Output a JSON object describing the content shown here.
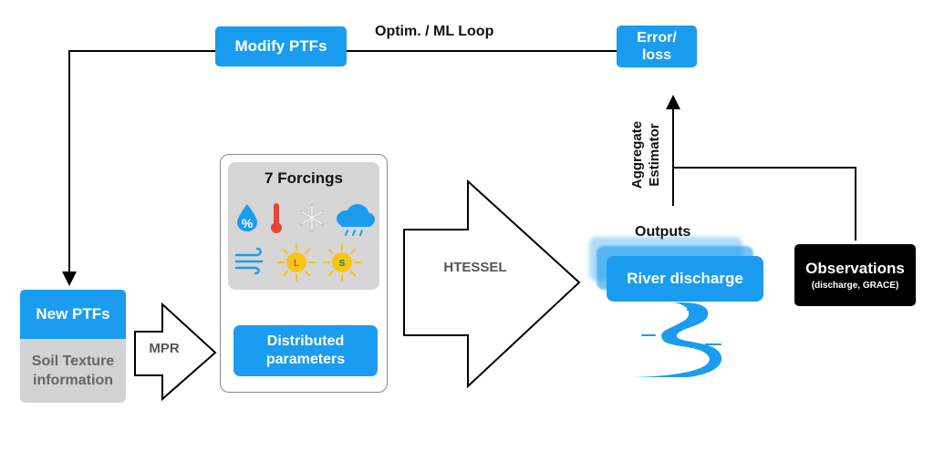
{
  "loop": {
    "modify_label": "Modify PTFs",
    "loop_label": "Optim. / ML Loop",
    "error_label_line1": "Error/",
    "error_label_line2": "loss"
  },
  "left": {
    "new_ptfs_label": "New PTFs",
    "soil_line1": "Soil Texture",
    "soil_line2": "information",
    "mpr_label": "MPR"
  },
  "forcings": {
    "title": "7 Forcings",
    "humidity_symbol": "%",
    "sun_long_letter": "L",
    "sun_short_letter": "S",
    "distributed_line1": "Distributed",
    "distributed_line2": "parameters"
  },
  "model": {
    "htessel_label": "HTESSEL"
  },
  "outputs": {
    "title": "Outputs",
    "river_label": "River discharge"
  },
  "aggregate": {
    "line1": "Aggregate",
    "line2": "Estimator"
  },
  "observations": {
    "title": "Observations",
    "subtitle": "(discharge, GRACE)"
  },
  "colors": {
    "accent_blue": "#1a9cf0",
    "panel_gray": "#d6d6d6",
    "soil_gray": "#d3d3d3",
    "observations_black": "#000000",
    "sun_yellow": "#f5c518",
    "thermometer_red": "#e8463a"
  }
}
